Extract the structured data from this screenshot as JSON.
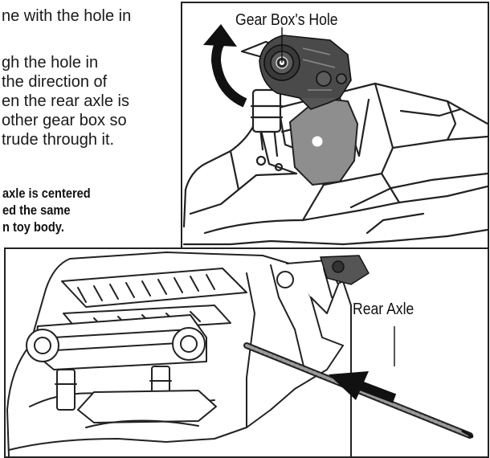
{
  "instructions": {
    "lines": [
      "ne with the hole in",
      "gh the hole in",
      " the direction of",
      "en the rear axle is",
      "other gear box so",
      "trude through it."
    ],
    "note_lines": [
      "axle is centered",
      "ed the same",
      "n toy body."
    ]
  },
  "callouts": {
    "gear_box_hole": "Gear Box's Hole",
    "rear_axle": "Rear Axle"
  },
  "icons": {
    "rotation_arrow": "curved-arrow-icon",
    "insert_arrow": "arrow-left-icon"
  },
  "colors": {
    "line_art": "#222222",
    "gear_box": "#4a4a4a",
    "bracket": "#8e8e8e",
    "arrow": "#111111"
  }
}
